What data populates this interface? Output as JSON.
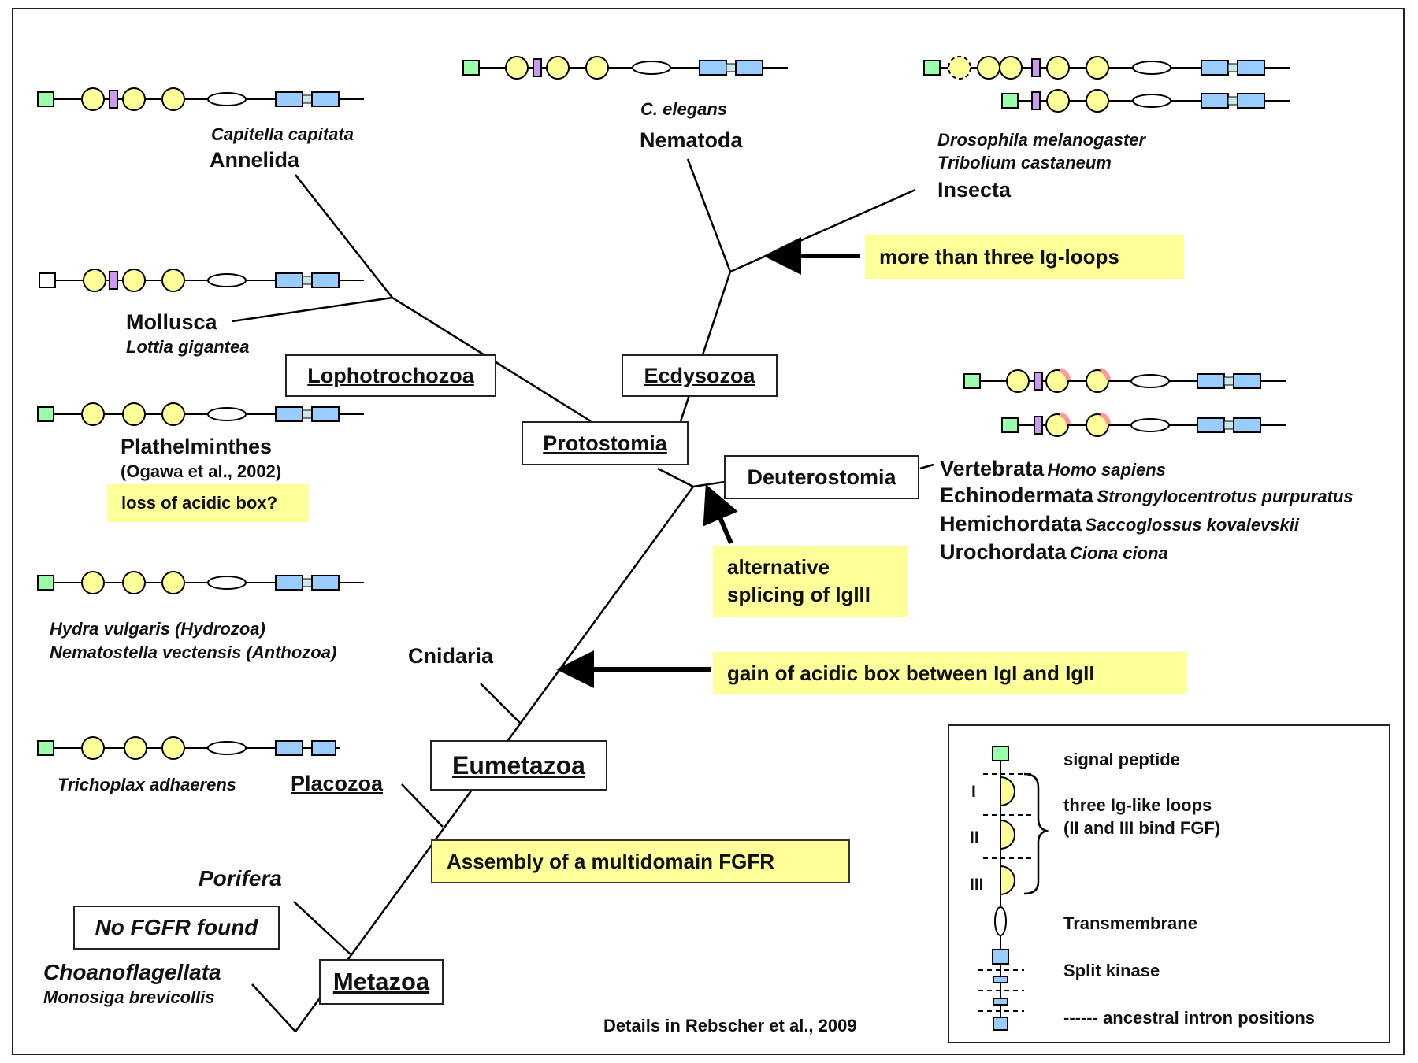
{
  "taxa": {
    "annelida": {
      "species": "Capitella capitata",
      "name": "Annelida"
    },
    "nematoda": {
      "species": "C. elegans",
      "name": "Nematoda"
    },
    "insecta": {
      "species_1": "Drosophila melanogaster",
      "species_2": "Tribolium castaneum",
      "name": "Insecta"
    },
    "mollusca": {
      "name": "Mollusca",
      "species": "Lottia gigantea"
    },
    "plathelminthes": {
      "name": "Plathelminthes",
      "citation": "(Ogawa et al., 2002)"
    },
    "cnidaria": {
      "species_1": "Hydra vulgaris (Hydrozoa)",
      "species_2": "Nematostella vectensis (Anthozoa)",
      "name": "Cnidaria"
    },
    "placozoa": {
      "species": "Trichoplax adhaerens",
      "name": "Placozoa"
    },
    "porifera": {
      "name": "Porifera"
    },
    "choanoflagellata": {
      "name": "Choanoflagellata",
      "species": "Monosiga brevicollis"
    },
    "deuterostomes": [
      {
        "group": "Vertebrata",
        "species": "Homo sapiens"
      },
      {
        "group": "Echinodermata",
        "species": "Strongylocentrotus purpuratus"
      },
      {
        "group": "Hemichordata",
        "species": "Saccoglossus kovalevskii"
      },
      {
        "group": "Urochordata",
        "species": "Ciona ciona"
      }
    ]
  },
  "clades": {
    "lophotrochozoa": "Lophotrochozoa",
    "ecdysozoa": "Ecdysozoa",
    "protostomia": "Protostomia",
    "deuterostomia": "Deuterostomia",
    "eumetazoa": "Eumetazoa",
    "metazoa": "Metazoa",
    "no_fgfr": "No FGFR found"
  },
  "events": {
    "ig_loops": "more than three Ig-loops",
    "acidic_loss": "loss of acidic box?",
    "alt_splicing_1": "alternative",
    "alt_splicing_2": "splicing of IgIII",
    "acidic_gain": "gain of acidic box between IgI and IgII",
    "assembly": "Assembly of a multidomain FGFR"
  },
  "legend": {
    "signal_peptide": "signal peptide",
    "ig_loops_1": "three Ig-like loops",
    "ig_loops_2": "(II and III bind FGF)",
    "loop_labels": [
      "I",
      "II",
      "III"
    ],
    "transmembrane": "Transmembrane",
    "split_kinase": "Split kinase",
    "intron": "------ ancestral intron positions"
  },
  "footer": "Details in Rebscher et al., 2009",
  "colors": {
    "ig_loop": "#ffff99",
    "signal_peptide": "#99ffaa",
    "acidic_box": "#cc99ee",
    "kinase": "#99ccff",
    "kinase_link": "#cce8e6",
    "note_bg": "#ffff99",
    "splice_mark": "#ff9999"
  }
}
